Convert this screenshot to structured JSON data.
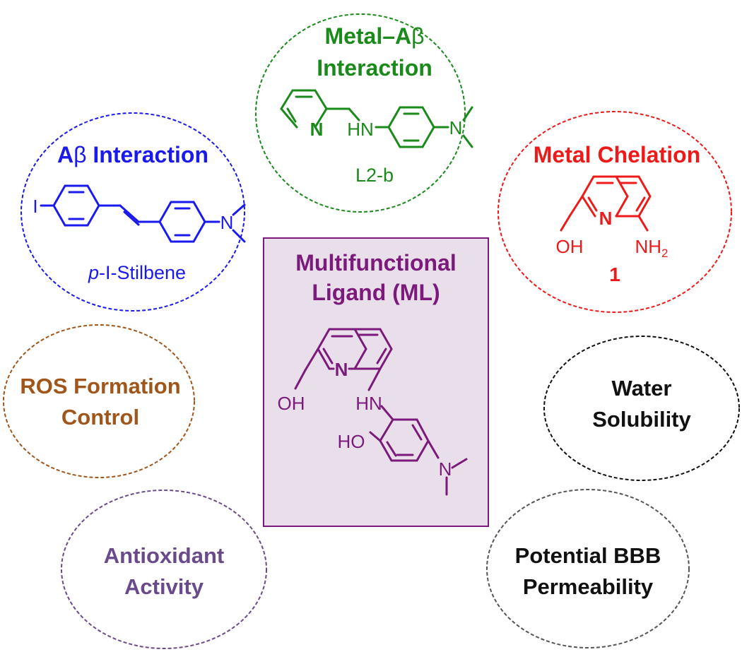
{
  "center": {
    "title_line1": "Multifunctional",
    "title_line2": "Ligand (ML)",
    "atom_n": "N",
    "atom_oh": "OH",
    "atom_hn": "HN",
    "atom_ho": "HO",
    "atom_n2": "N",
    "color": "#7b1a7b",
    "fill": "#e9dfea"
  },
  "abeta": {
    "title_prefix": "A",
    "title_beta": "β",
    "title_rest": " Interaction",
    "atom_i": "I",
    "atom_n": "N",
    "label_italic": "p",
    "label_rest": "-I-Stilbene",
    "color": "#1a1aee"
  },
  "metal_abeta": {
    "title_line1": "Metal–A",
    "title_beta": "β",
    "title_line2": "Interaction",
    "atom_n_ring": "N",
    "atom_hn": "HN",
    "atom_n": "N",
    "label": "L2-b",
    "color": "#1a8a1a"
  },
  "metal_chelation": {
    "title": "Metal Chelation",
    "atom_n": "N",
    "atom_oh": "OH",
    "atom_nh": "NH",
    "atom_sub2": "2",
    "label": "1",
    "color": "#ee1a1a"
  },
  "ros": {
    "line1": "ROS Formation",
    "line2": "Control",
    "color": "#a0561a"
  },
  "water": {
    "line1": "Water",
    "line2": "Solubility",
    "color": "#111111"
  },
  "antioxidant": {
    "line1": "Antioxidant",
    "line2": "Activity",
    "color": "#6a4a8a"
  },
  "bbb": {
    "line1": "Potential BBB",
    "line2": "Permeability",
    "color": "#111111"
  }
}
